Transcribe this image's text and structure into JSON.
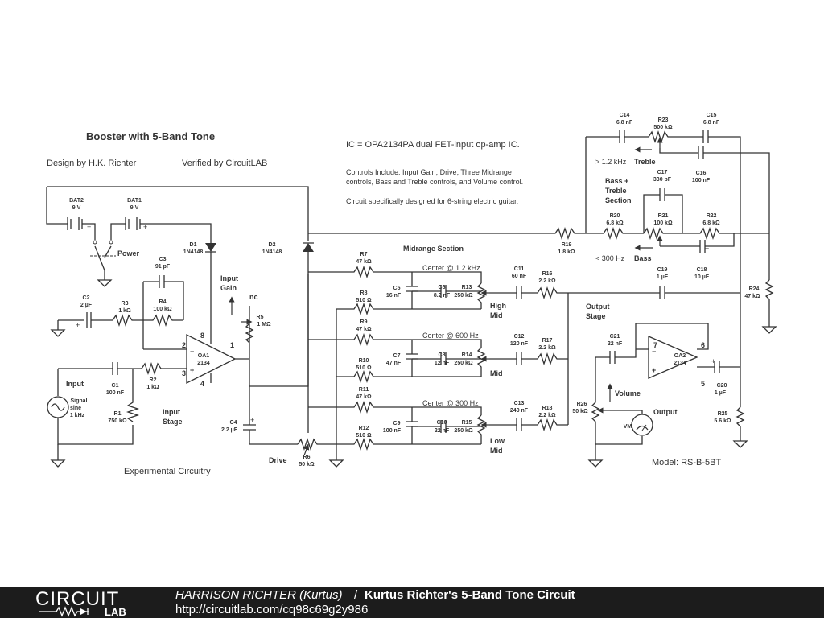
{
  "title": "Booster with 5-Band Tone",
  "design_by": "Design by H.K. Richter",
  "verified": "Verified by CircuitLAB",
  "notes": {
    "ic": "IC = OPA2134PA dual FET-input op-amp IC.",
    "controls_1": "Controls Include: Input Gain, Drive, Three Midrange",
    "controls_2": "controls, Bass and Treble controls, and Volume control.",
    "designed_for": "Circuit specifically designed for 6-string electric guitar."
  },
  "sections": {
    "midrange": "Midrange Section",
    "bass_treble_1": "Bass +",
    "bass_treble_2": "Treble",
    "bass_treble_3": "Section",
    "input_stage_1": "Input",
    "input_stage_2": "Stage",
    "output_stage_1": "Output",
    "output_stage_2": "Stage",
    "experimental": "Experimental Circuitry",
    "model": "Model: RS-B-5BT"
  },
  "centers": {
    "c1": "Center @ 1.2 kHz",
    "c2": "Center @ 600 Hz",
    "c3": "Center @ 300 Hz"
  },
  "bands": {
    "high_1": "High",
    "high_2": "Mid",
    "mid": "Mid",
    "low_1": "Low",
    "low_2": "Mid",
    "treble_freq": "> 1.2 kHz",
    "treble": "Treble",
    "bass_freq": "< 300 Hz",
    "bass": "Bass"
  },
  "controls": {
    "input_gain_1": "Input",
    "input_gain_2": "Gain",
    "drive": "Drive",
    "volume": "Volume",
    "output": "Output",
    "power": "Power",
    "input": "Input",
    "nc": "nc"
  },
  "source": {
    "l1": "Signal",
    "l2": "sine",
    "l3": "1 kHz"
  },
  "vm": "VM",
  "opamps": {
    "oa1": {
      "name": "OA1",
      "part": "2134",
      "p8": "8",
      "p2": "2",
      "p3": "3",
      "p1": "1",
      "p4": "4"
    },
    "oa2": {
      "name": "OA2",
      "part": "2134",
      "p7": "7",
      "p6": "6",
      "p5": "5"
    }
  },
  "components": {
    "bat2": [
      "BAT2",
      "9 V"
    ],
    "bat1": [
      "BAT1",
      "9 V"
    ],
    "d1": [
      "D1",
      "1N4148"
    ],
    "d2": [
      "D2",
      "1N4148"
    ],
    "c2": [
      "C2",
      "2 µF"
    ],
    "r3": [
      "R3",
      "1 kΩ"
    ],
    "r4": [
      "R4",
      "100 kΩ"
    ],
    "c3": [
      "C3",
      "91 pF"
    ],
    "c1": [
      "C1",
      "100 nF"
    ],
    "r2": [
      "R2",
      "1 kΩ"
    ],
    "r1": [
      "R1",
      "750 kΩ"
    ],
    "r5": [
      "R5",
      "1 MΩ"
    ],
    "c4": [
      "C4",
      "2.2 µF"
    ],
    "r6": [
      "R6",
      "50 kΩ"
    ],
    "r7": [
      "R7",
      "47 kΩ"
    ],
    "r8": [
      "R8",
      "510 Ω"
    ],
    "c5": [
      "C5",
      "16 nF"
    ],
    "c6": [
      "C6",
      "8.2 nF"
    ],
    "r13": [
      "R13",
      "250 kΩ"
    ],
    "c11": [
      "C11",
      "60 nF"
    ],
    "r16": [
      "R16",
      "2.2 kΩ"
    ],
    "r9": [
      "R9",
      "47 kΩ"
    ],
    "r10": [
      "R10",
      "510 Ω"
    ],
    "c7": [
      "C7",
      "47 nF"
    ],
    "c8": [
      "C8",
      "12 nF"
    ],
    "r14": [
      "R14",
      "250 kΩ"
    ],
    "c12": [
      "C12",
      "120 nF"
    ],
    "r17": [
      "R17",
      "2.2 kΩ"
    ],
    "r11": [
      "R11",
      "47 kΩ"
    ],
    "r12": [
      "R12",
      "510 Ω"
    ],
    "c9": [
      "C9",
      "100 nF"
    ],
    "c10": [
      "C10",
      "22 nF"
    ],
    "r15": [
      "R15",
      "250 kΩ"
    ],
    "c13": [
      "C13",
      "240 nF"
    ],
    "r18": [
      "R18",
      "2.2 kΩ"
    ],
    "r19": [
      "R19",
      "1.8 kΩ"
    ],
    "c14": [
      "C14",
      "6.8 nF"
    ],
    "r23": [
      "R23",
      "500 kΩ"
    ],
    "c15": [
      "C15",
      "6.8 nF"
    ],
    "c16": [
      "C16",
      "100 nF"
    ],
    "c17": [
      "C17",
      "330 pF"
    ],
    "r20": [
      "R20",
      "6.8 kΩ"
    ],
    "r21": [
      "R21",
      "100 kΩ"
    ],
    "r22": [
      "R22",
      "6.8 kΩ"
    ],
    "c18": [
      "C18",
      "10 µF"
    ],
    "c19": [
      "C19",
      "1 µF"
    ],
    "r24": [
      "R24",
      "47 kΩ"
    ],
    "c21": [
      "C21",
      "22 nF"
    ],
    "c20": [
      "C20",
      "1 µF"
    ],
    "r25": [
      "R25",
      "5.6 kΩ"
    ],
    "r26": [
      "R26",
      "50 kΩ"
    ]
  },
  "footer": {
    "logo_top": "CIRCUIT",
    "logo_bottom": "LAB",
    "author": "HARRISON RICHTER (Kurtus)",
    "separator": "/",
    "title": "Kurtus Richter's 5-Band Tone Circuit",
    "url": "http://circuitlab.com/cq98c69g2y986"
  }
}
